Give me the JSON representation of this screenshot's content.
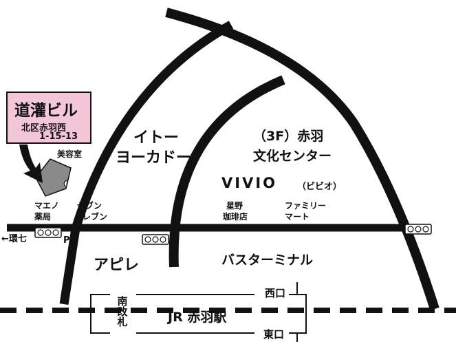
{
  "callout": {
    "building_name": "道灌ビル",
    "address_line1": "北区赤羽西",
    "address_line2": "1-15-13"
  },
  "labels": {
    "ito_yokado_line1": "イトー",
    "ito_yokado_line2": "ヨーカドー",
    "bunka_center_line1": "（3F）赤羽",
    "bunka_center_line2": "文化センター",
    "vivio": "VIVIO",
    "vivio_reading": "（ビビオ）",
    "biyoushitsu": "美容室",
    "maeno_line1": "マエノ",
    "maeno_line2": "薬局",
    "seven_line1": "セブン",
    "seven_line2": "イレブン",
    "hoshino_line1": "星野",
    "hoshino_line2": "珈琲店",
    "familymart_line1": "ファミリー",
    "familymart_line2": "マート",
    "kan7": "←環七",
    "parking": "P",
    "apire": "アピレ",
    "bus_terminal": "バスターミナル",
    "nishiguchi": "西口",
    "higashiguchi": "東口",
    "minami_kaisatsu": "南改札",
    "station": "JR 赤羽駅"
  },
  "colors": {
    "road": "#111111",
    "callout_fill": "#f4c6da",
    "building_fill": "#8a8a8a",
    "background": "#ffffff"
  },
  "icons": {
    "crosswalk": "crosswalk-icon",
    "building": "building-icon",
    "pointer": "arrow-pointer-icon"
  }
}
